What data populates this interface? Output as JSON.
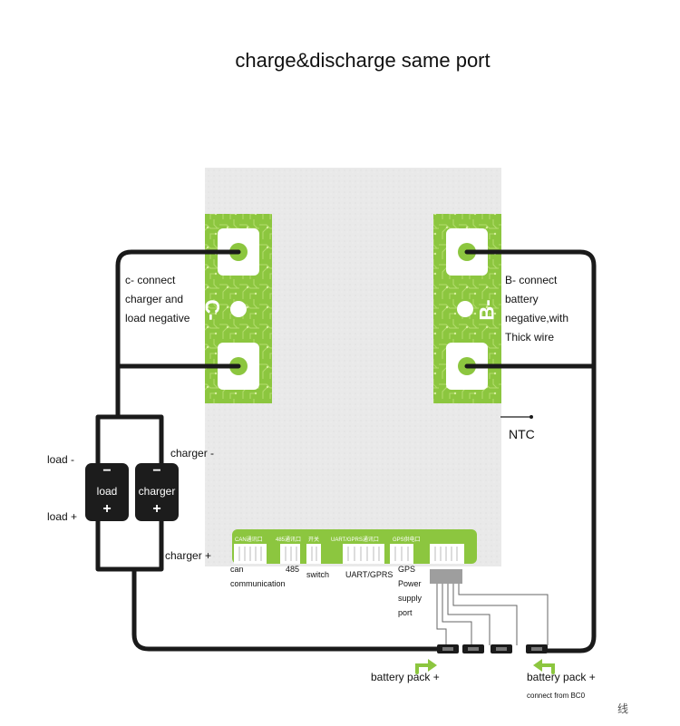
{
  "title": "charge&discharge same port",
  "labels": {
    "c_minus_desc": [
      "c-  connect",
      "charger and",
      "load negative"
    ],
    "b_minus_desc": [
      "B- connect",
      "battery",
      "negative,with",
      "Thick wire"
    ],
    "ntc": "NTC",
    "load_minus": "load -",
    "load_plus": "load +",
    "charger_minus": "charger -",
    "charger_plus": "charger +",
    "battery_pack_plus_1": "battery pack +",
    "battery_pack_plus_2": "battery pack +",
    "connect_from": "connect from BC0",
    "corner_mark": "线"
  },
  "terminals": {
    "c_minus": "C-",
    "b_minus": "B-"
  },
  "batteries": {
    "load": {
      "minus": "−",
      "name": "load",
      "plus": "+"
    },
    "charger": {
      "minus": "−",
      "name": "charger",
      "plus": "+"
    }
  },
  "connectors": {
    "board_labels": [
      "CAN通讯口",
      "485通讯口",
      "开关",
      "UART/GPRS通讯口",
      "GPS供电口"
    ],
    "below_labels": {
      "can": [
        "can",
        "communication"
      ],
      "rs485": "485",
      "switch": "switch",
      "uart": "UART/GPRS",
      "gps": [
        "GPS",
        "Power",
        "supply",
        "port"
      ]
    }
  }
}
